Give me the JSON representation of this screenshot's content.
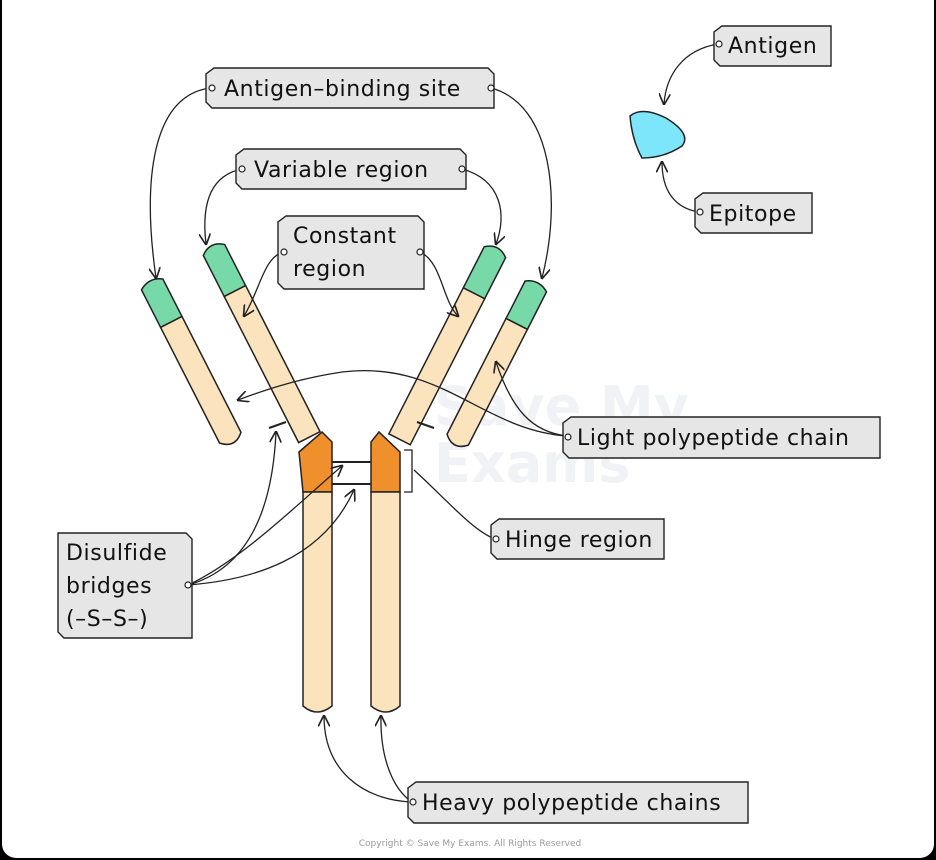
{
  "labels": {
    "antigen_binding_site": "Antigen–binding site",
    "variable_region": "Variable region",
    "constant_region_line1": "Constant",
    "constant_region_line2": "region",
    "antigen": "Antigen",
    "epitope": "Epitope",
    "light_chain": "Light polypeptide chain",
    "hinge_region": "Hinge region",
    "disulfide_line1": "Disulfide",
    "disulfide_line2": "bridges",
    "disulfide_line3": "(–S–S–)",
    "heavy_chains": "Heavy polypeptide chains"
  },
  "watermark": {
    "line1": "Save My",
    "line2": "Exams"
  },
  "footer": {
    "copyright": "Copyright © Save My Exams. All Rights Reserved"
  },
  "colors": {
    "constant": "#fbe3bd",
    "variable": "#77d9a8",
    "hinge": "#f0902c",
    "antigen": "#7ee6fb",
    "label_fill": "#e6e6e6",
    "outline": "#222222"
  }
}
